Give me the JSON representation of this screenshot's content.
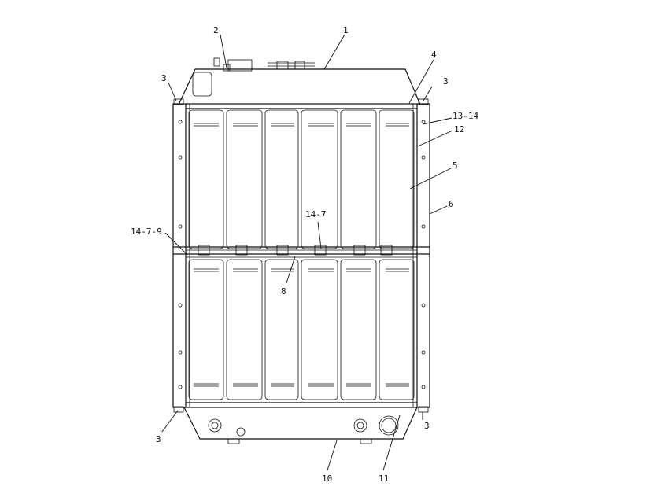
{
  "drawing": {
    "line_color": "#111111",
    "background": "#ffffff"
  },
  "callouts": [
    {
      "label": "1"
    },
    {
      "label": "2"
    },
    {
      "label": "3"
    },
    {
      "label": "3"
    },
    {
      "label": "4"
    },
    {
      "label": "13-14"
    },
    {
      "label": "12"
    },
    {
      "label": "5"
    },
    {
      "label": "6"
    },
    {
      "label": "14-7-9"
    },
    {
      "label": "14-7"
    },
    {
      "label": "8"
    },
    {
      "label": "3"
    },
    {
      "label": "3"
    },
    {
      "label": "10"
    },
    {
      "label": "11"
    }
  ]
}
